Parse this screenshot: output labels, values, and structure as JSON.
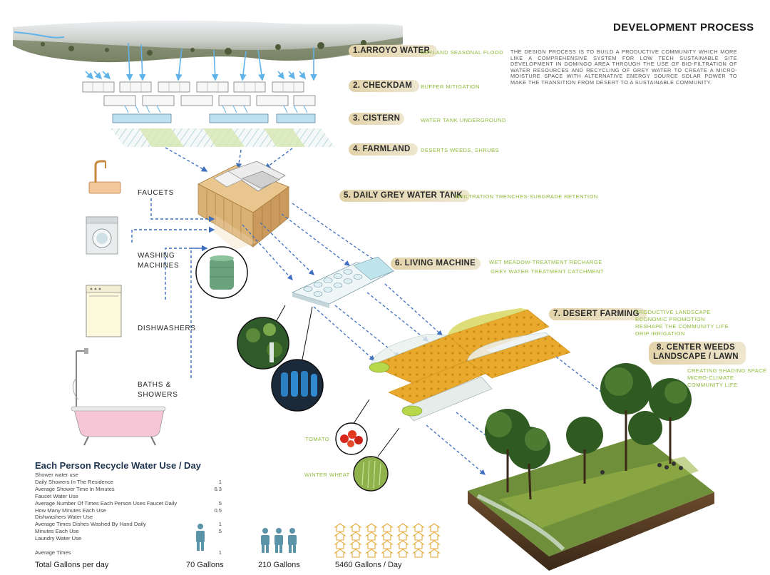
{
  "title": "DEVELOPMENT PROCESS",
  "intro": "The design process is to build a productive community which more like a comprehensive system for low tech sustainable site development in Domingo area through the use of bio-filtration of water resources and recycling of grey water to create a micro-moisture space with alternative energy source solar power to make the transition from desert to a sustainable community.",
  "steps": [
    {
      "label": "1.ARROYO WATER",
      "notes": [
        "DRYLAND SEASONAL  FLOOD"
      ]
    },
    {
      "label": "2. CHECKDAM",
      "notes": [
        "BUFFER MITIGATION"
      ]
    },
    {
      "label": "3. CISTERN",
      "notes": [
        "WATER TANK UNDERGROUND"
      ]
    },
    {
      "label": "4. FARMLAND",
      "notes": [
        "DESERTS WEEDS, SHRUBS"
      ]
    },
    {
      "label": "5. DAILY GREY WATER TANK",
      "notes": [
        "INFILTRATION TRENCHES-SUBGRADE RETENTION"
      ]
    },
    {
      "label": "6. LIVING MACHINE",
      "notes": [
        "WET MEADOW-TREATMENT RECHARGE",
        "GREY WATER TREATMENT CATCHMENT"
      ]
    },
    {
      "label": "7. DESERT FARMING",
      "notes": [
        "PRODUCTIVE LANDSCAPE",
        "ECONOMIC PROMOTION",
        "RESHAPE THE COMMUNITY LIFE",
        "DRIP IRRIGATION"
      ]
    },
    {
      "label_line1": "8. CENTER WEEDS",
      "label_line2": "LANDSCAPE / LAWN",
      "notes": [
        "CREATING SHADING SPACE",
        "MICRO-CLIMATE",
        "COMMUNITY LIFE"
      ]
    }
  ],
  "sources": {
    "faucets": "FAUCETS",
    "washing_1": "WASHING",
    "washing_2": "MACHINES",
    "dishwashers": "DISHWASHERS",
    "baths_1": "BATHS &",
    "baths_2": "SHOWERS"
  },
  "crops": {
    "tomato": "TOMATO",
    "wheat": "WINTER WHEAT"
  },
  "stats": {
    "title": "Each Person Recycle Water Use / Day",
    "rows": [
      {
        "label": "Shower water use",
        "value": ""
      },
      {
        "label": "Daily Showers In The Residence",
        "value": "1"
      },
      {
        "label": "Average Shower Time In Minutes",
        "value": "6.3"
      },
      {
        "label": "Faucet Water Use",
        "value": ""
      },
      {
        "label": "Average Number Of Times Each Person Uses Faucet Daily",
        "value": "5"
      },
      {
        "label": "How Many Minutes Each Use",
        "value": "0.5"
      },
      {
        "label": "Dishwashers Water Use",
        "value": ""
      },
      {
        "label": "Average Times Dishes Washed By Hand Daily",
        "value": "1"
      },
      {
        "label": "Minutes Each Use",
        "value": "5"
      },
      {
        "label": "Laundry Water Use",
        "value": ""
      },
      {
        "label": "",
        "value": ""
      },
      {
        "label": "Average Times",
        "value": "1"
      }
    ],
    "total_label": "Total Gallons per day",
    "totals": [
      "70 Gallons",
      "210 Gallons",
      "5460 Gallons / Day"
    ]
  },
  "colors": {
    "accent_green": "#8fba3a",
    "step_bg": "#e2d3aa",
    "arrow_blue": "#3f6fc0",
    "water_blue": "#5fb3e8",
    "crop_orange": "#e8a92c"
  }
}
